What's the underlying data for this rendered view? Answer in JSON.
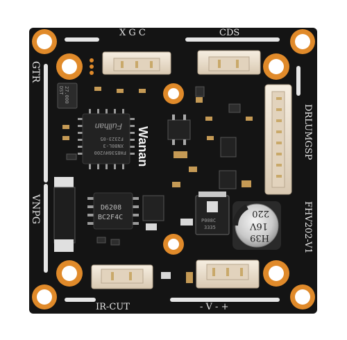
{
  "photo": {
    "subject": "Camera module circuit board",
    "colors": {
      "background": "#ffffff",
      "board": "#141414",
      "pad_ring": "#e08a2a",
      "connector": "#efe4d2",
      "silkscreen": "#e6e6e6"
    }
  },
  "silkscreen": {
    "xgc": "X G C",
    "cds": "CDS",
    "gtr": "GTR",
    "vnpg": "VNPG",
    "drlumgsp": "DRLUMGSP",
    "model": "FHV202-V1",
    "ircut": "IR-CUT",
    "power": "- V - +"
  },
  "chips": {
    "isp": {
      "line1": "FH8536HV200",
      "line2": "XN80L-3",
      "line3": "F2323-05",
      "brand": "Fullhan"
    },
    "driver": {
      "line1": "D6208",
      "line2": "BC2F4C"
    },
    "crystal": {
      "line1": "27.000",
      "line2": "DST"
    },
    "regulator": {
      "line1": "P008C",
      "line2": "3335"
    },
    "capacitor": {
      "line1": "H39",
      "line2": "16V",
      "line3": "220"
    }
  },
  "logo": {
    "text": "Wanan"
  }
}
